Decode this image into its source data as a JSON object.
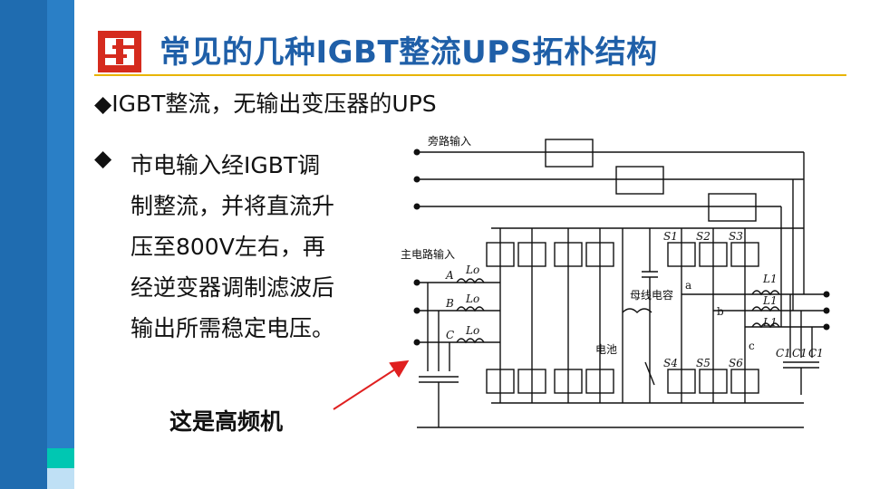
{
  "title": "常见的几种IGBT整流UPS拓朴结构",
  "subheading": "◆IGBT整流，无输出变压器的UPS",
  "bullet": {
    "mark": "◆",
    "lines": [
      "市电输入经IGBT调",
      "制整流，并将直流升",
      "压至800V左右，再",
      "经逆变器调制滤波后",
      "输出所需稳定电压。"
    ]
  },
  "callout": "这是高频机",
  "diagram": {
    "bypass_label": "旁路输入",
    "main_label": "主电路输入",
    "phases": [
      "A",
      "B",
      "C"
    ],
    "input_inductor": "Lo",
    "bus_cap_label": "母线电容",
    "battery_label": "电池",
    "switches": [
      "S1",
      "S2",
      "S3",
      "S4",
      "S5",
      "S6"
    ],
    "nodes": [
      "a",
      "b",
      "c"
    ],
    "output_inductor": "L1",
    "output_caps": [
      "C1",
      "C1",
      "C1"
    ]
  },
  "colors": {
    "title": "#1f5fa8",
    "rule": "#e8b400",
    "sidebar": "#1f6cb0",
    "accent": "#00c7b2",
    "arrow": "#e02020",
    "logo": "#d52b1e"
  }
}
